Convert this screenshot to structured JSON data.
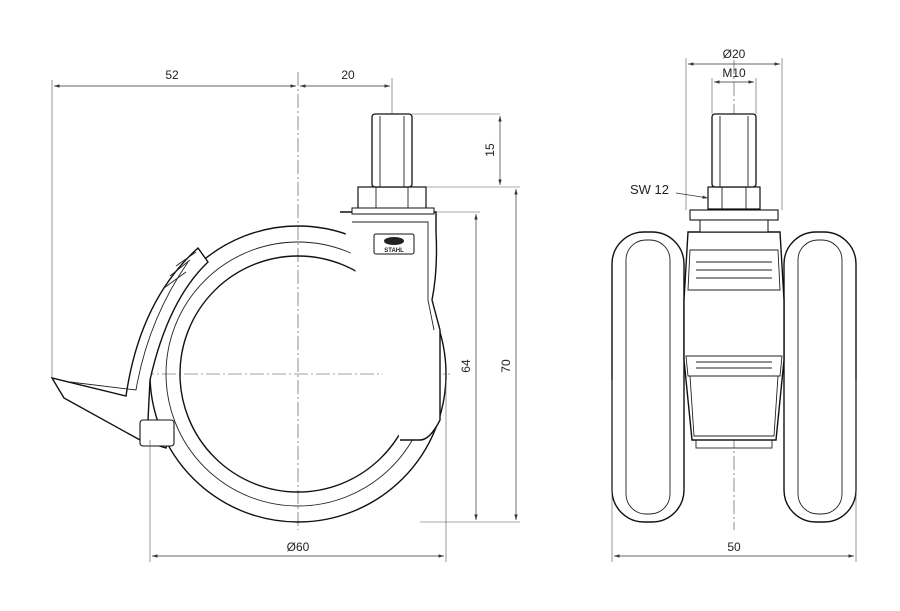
{
  "side_view": {
    "dims": {
      "width_left": "52",
      "width_right": "20",
      "stem_height": "15",
      "body_height": "64",
      "total_height": "70",
      "wheel_diameter": "Ø60"
    }
  },
  "front_view": {
    "dims": {
      "thread_outer": "Ø20",
      "thread": "M10",
      "wrench": "SW 12",
      "total_width": "50"
    }
  },
  "brand_plate": "STAHL"
}
